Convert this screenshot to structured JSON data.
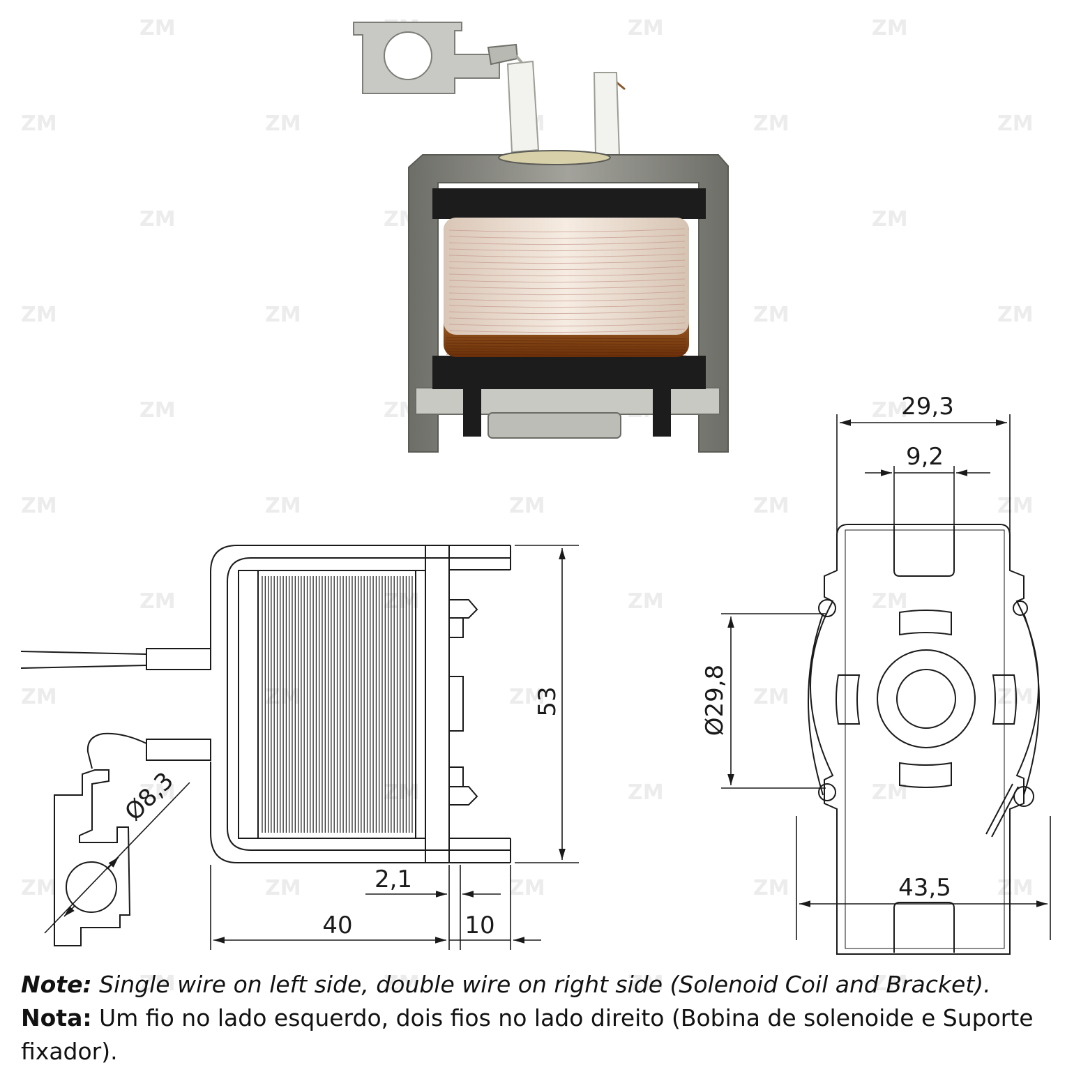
{
  "watermark": {
    "text": "ZM"
  },
  "photo": {
    "subject": "solenoid coil with bracket"
  },
  "dimensions": {
    "width_total": "29,3",
    "slot_width": "9,2",
    "diameter_inner": "Ø29,8",
    "width_base": "43,5",
    "height": "53",
    "length": "40",
    "terminal_length": "10",
    "flange_thickness": "2,1",
    "terminal_hole": "Ø8,3"
  },
  "notes": {
    "en_label": "Note:",
    "en_text": " Single wire on left side, double wire on right side (Solenoid Coil and Bracket).",
    "pt_label": "Nota:",
    "pt_text": " Um fio no lado esquerdo, dois fios no lado direito (Bobina de solenoide e Suporte fixador)."
  },
  "colors": {
    "line": "#1a1a1a",
    "copper": "#b8641e",
    "bracket": "#8c8c86",
    "tape": "#efe2d6"
  }
}
